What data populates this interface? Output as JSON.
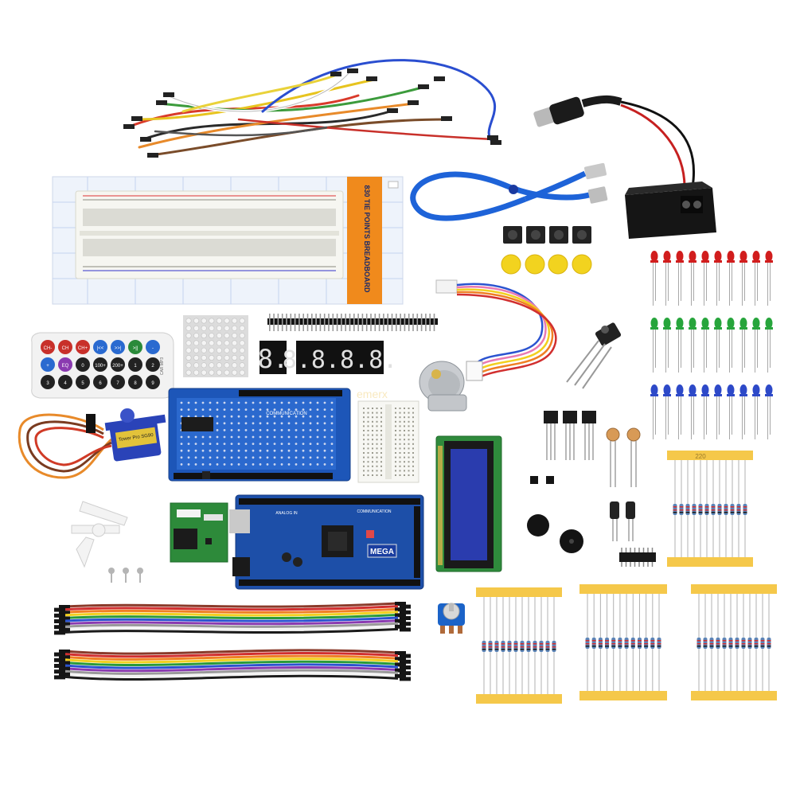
{
  "photo": {
    "subject": "Starter kit components laid out on white background",
    "background_color": "#ffffff"
  },
  "breadboard_pack": {
    "vertical_label": "830 TIE POINTS BREADBOARD"
  },
  "remote": {
    "keys": [
      "CH-",
      "CH",
      "CH+",
      "|<<",
      ">>|",
      ">||",
      "-",
      "+",
      "EQ",
      "0",
      "100+",
      "200+",
      "1",
      "2",
      "3",
      "4",
      "5",
      "6",
      "7",
      "8",
      "9"
    ],
    "brand": "CAR MP3"
  },
  "servo": {
    "label": "Tower Pro SG90",
    "model": "SG90"
  },
  "seven_seg_single": {
    "digit": "8."
  },
  "seven_seg_quad": {
    "digits": "8.8.8.8."
  },
  "prototype_shield": {
    "label": "COMMUNICATION"
  },
  "mega_board": {
    "logo": "MEGA",
    "header_label": "COMMUNICATION",
    "analog_label": "ANALOG IN"
  },
  "watermark": {
    "text": "emerx"
  },
  "resistor_tape": {
    "value_text": "220"
  },
  "colors": {
    "pcb_blue": "#1d4fa8",
    "lcd_blue": "#2a3cae",
    "pcb_green": "#2f8a3c",
    "tape_yellow": "#f5c84a",
    "led_red": "#d11d1d",
    "led_green": "#27a53c",
    "led_blue": "#2d49c8",
    "usb_cable": "#1e63d8"
  }
}
